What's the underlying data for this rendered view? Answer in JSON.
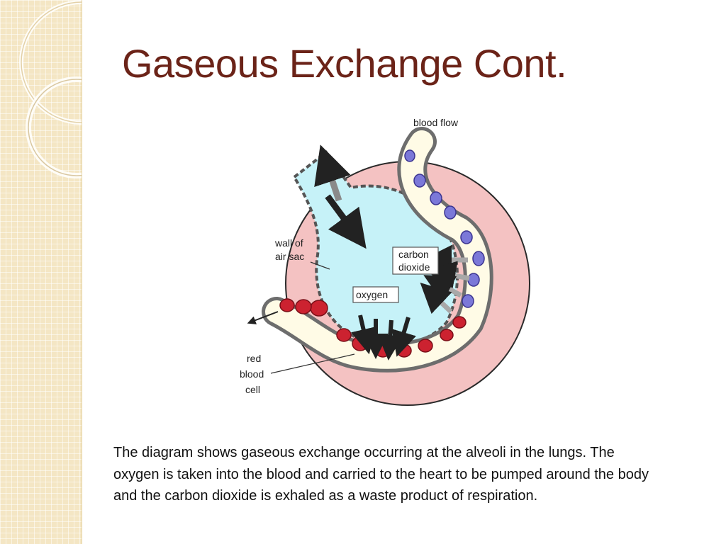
{
  "slide": {
    "title": "Gaseous Exchange Cont.",
    "body": "The diagram shows gaseous exchange occurring at the alveoli in the lungs. The oxygen is taken into the blood and carried to the heart to be pumped around the body and the carbon dioxide is exhaled as a waste product of respiration."
  },
  "diagram": {
    "labels": {
      "blood_flow": "blood flow",
      "wall_line1": "wall of",
      "wall_line2": "air sac",
      "carbon_line1": "carbon",
      "carbon_line2": "dioxide",
      "oxygen": "oxygen",
      "red_line1": "red",
      "red_line2": "blood",
      "red_line3": "cell"
    }
  },
  "colors": {
    "title": "#6b2318",
    "side_band": "#f4e6c4",
    "tissue": "#f4c2c2",
    "air_sac": "#c6f2f8",
    "vessel": "#fffbe6",
    "red_cell": "#cc2230",
    "blue_cell": "#7b78d8"
  }
}
